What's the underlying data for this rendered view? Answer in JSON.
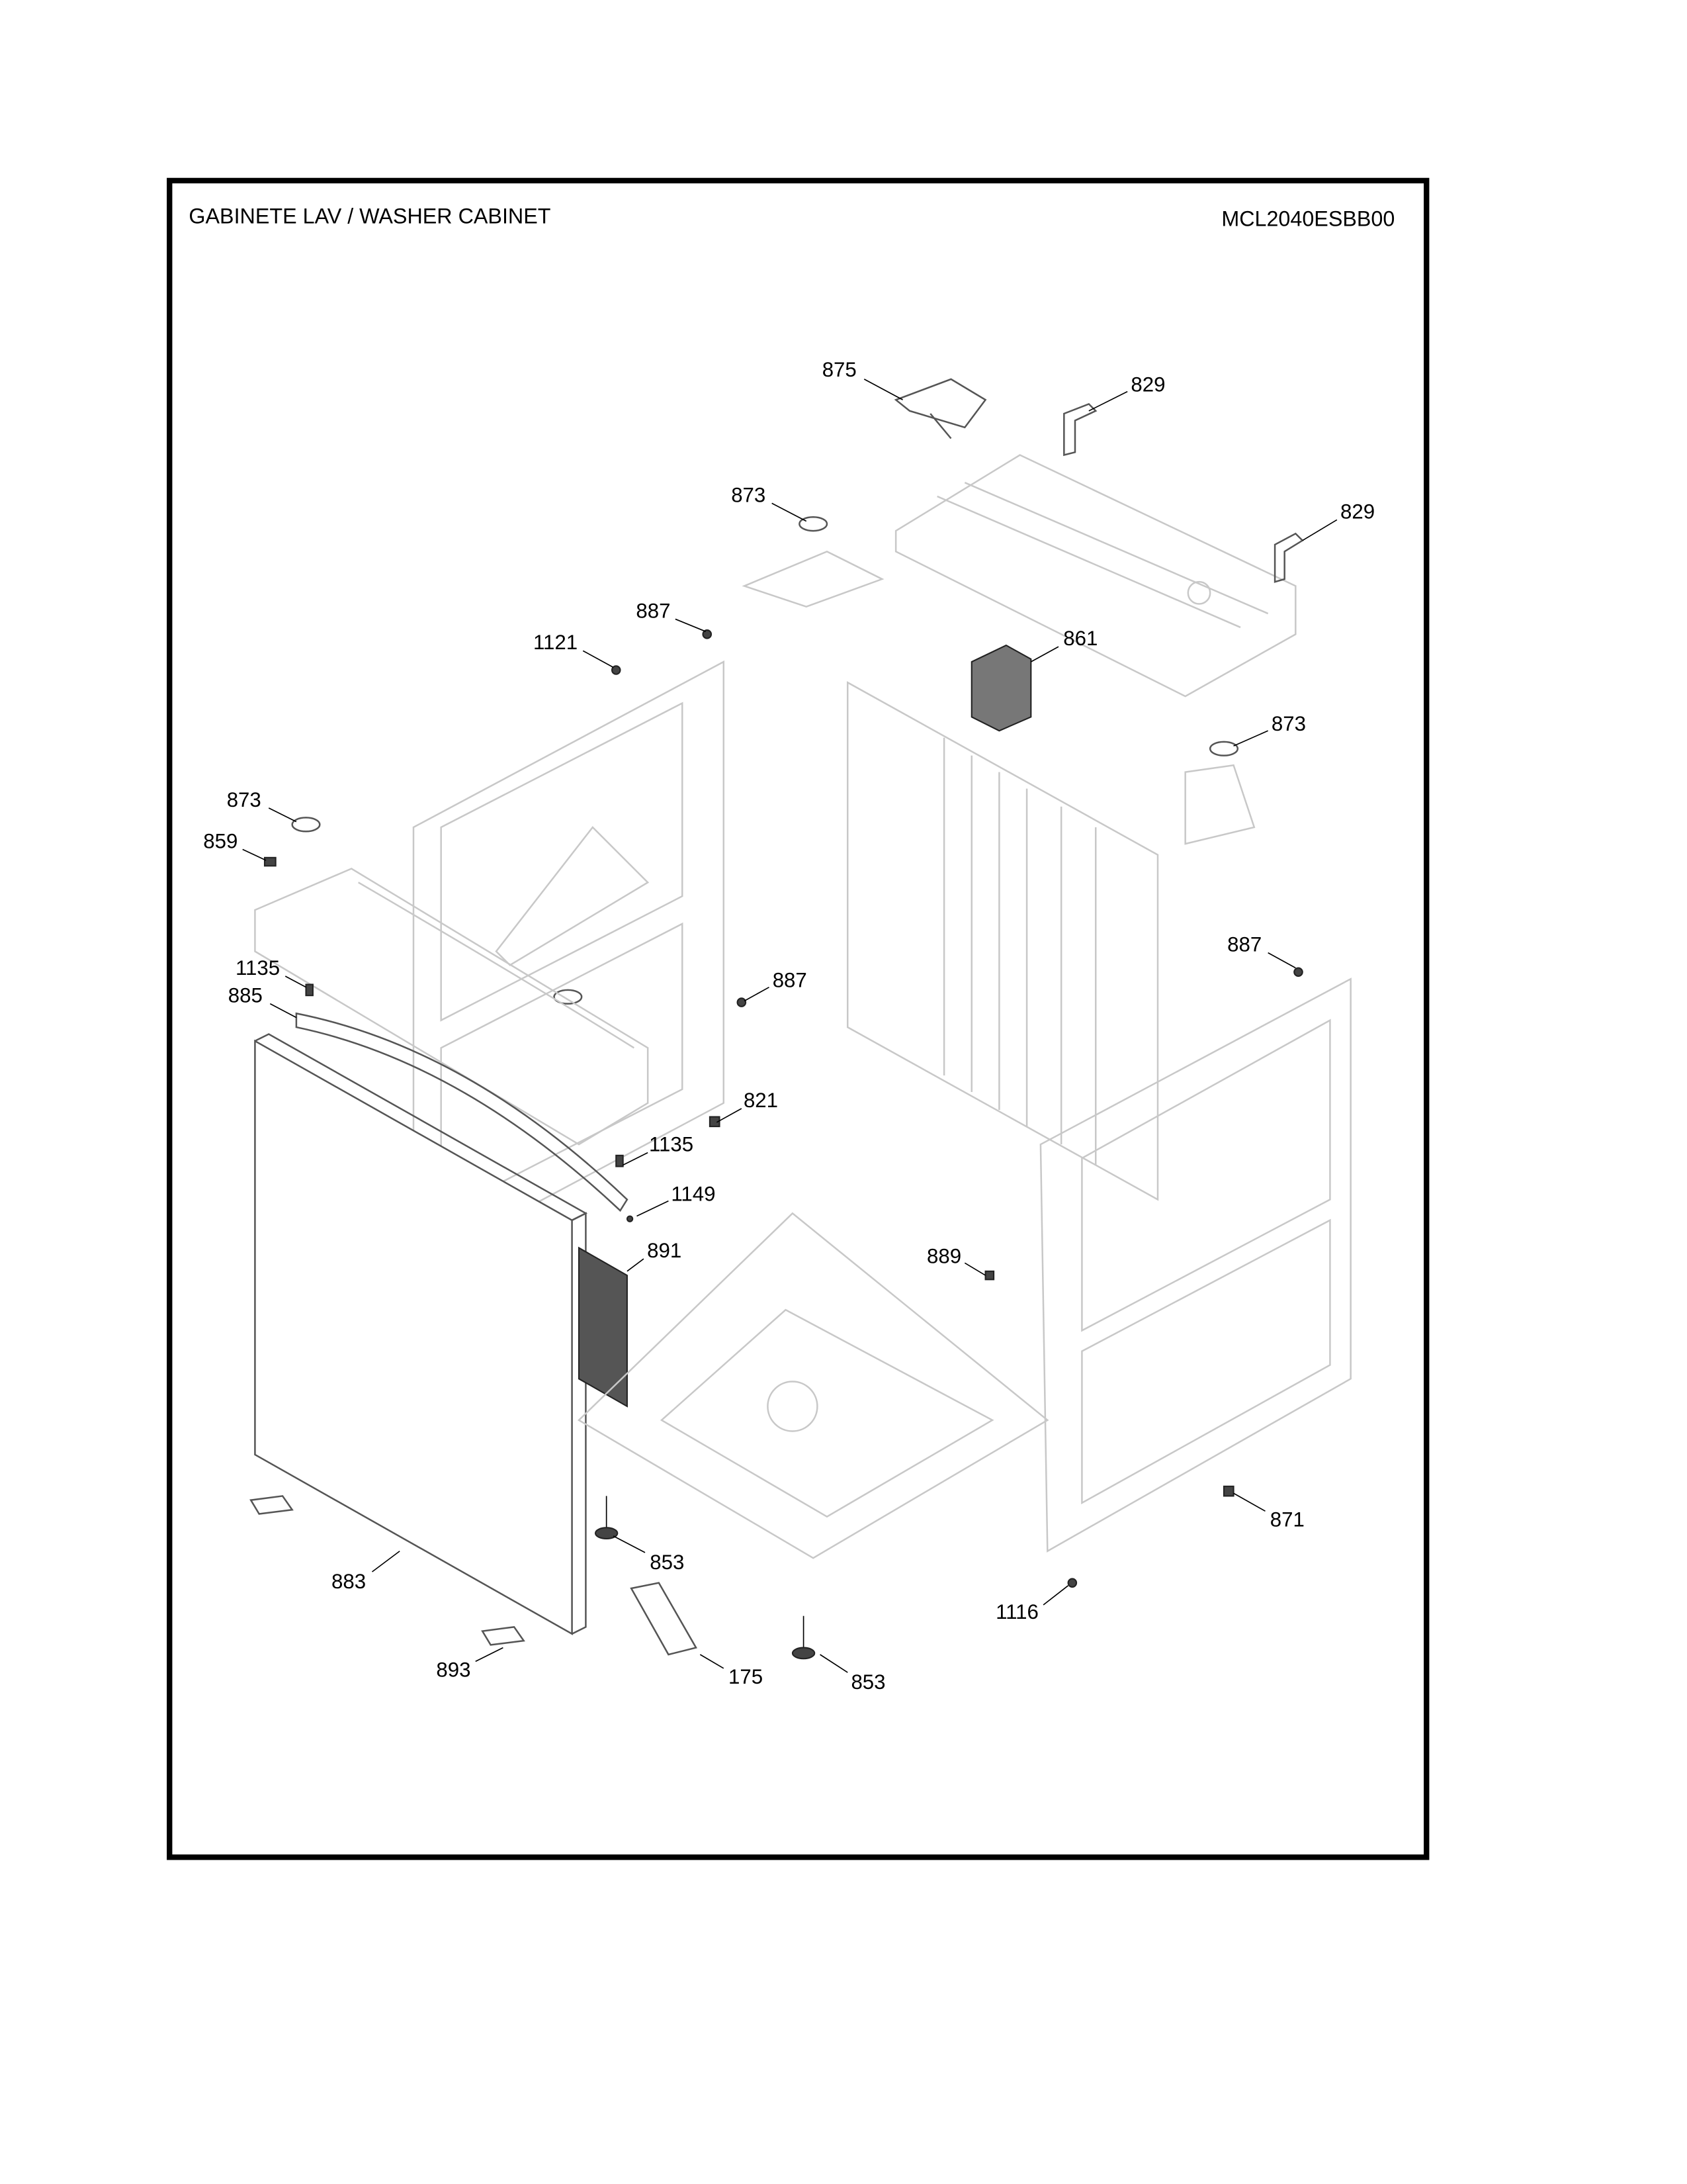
{
  "header": {
    "title": "GABINETE LAV / WASHER CABINET",
    "model": "MCL2040ESBB00"
  },
  "callouts": [
    {
      "id": "875"
    },
    {
      "id": "829"
    },
    {
      "id": "873"
    },
    {
      "id": "829"
    },
    {
      "id": "887"
    },
    {
      "id": "1121"
    },
    {
      "id": "861"
    },
    {
      "id": "873"
    },
    {
      "id": "873"
    },
    {
      "id": "859"
    },
    {
      "id": "887"
    },
    {
      "id": "1135"
    },
    {
      "id": "885"
    },
    {
      "id": "887"
    },
    {
      "id": "821"
    },
    {
      "id": "1135"
    },
    {
      "id": "1149"
    },
    {
      "id": "891"
    },
    {
      "id": "889"
    },
    {
      "id": "871"
    },
    {
      "id": "853"
    },
    {
      "id": "883"
    },
    {
      "id": "1116"
    },
    {
      "id": "893"
    },
    {
      "id": "175"
    },
    {
      "id": "853"
    }
  ]
}
